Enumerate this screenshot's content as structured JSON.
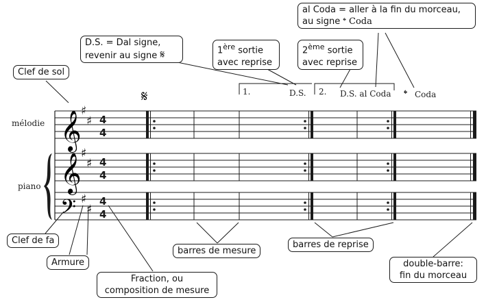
{
  "staff_labels": {
    "melodie": "mélodie",
    "piano": "piano"
  },
  "time_signature": {
    "top": "4",
    "bottom": "4"
  },
  "score_marks": {
    "segno": "𝄋",
    "volta1": "1.",
    "volta2": "2.",
    "ds": "D.S.",
    "ds_al_coda": "D.S. al Coda",
    "coda_symbol": "𝄌",
    "coda": "Coda"
  },
  "callouts": {
    "clef_sol": "Clef de sol",
    "ds_line1": "D.S. = Dal signe,",
    "ds_line2": "revenir au signe",
    "premiere_sup": "ère",
    "premiere_num": "1",
    "premiere_word": "sortie",
    "premiere_line2": "avec reprise",
    "deuxieme_num": "2",
    "deuxieme_sup": "ème",
    "deuxieme_word": "sortie",
    "deuxieme_line2": "avec reprise",
    "alcoda_line1": "al Coda = aller à la fin du morceau,",
    "alcoda_line2_a": "au signe",
    "alcoda_line2_b": "Coda",
    "clef_fa": "Clef de fa",
    "armure": "Armure",
    "fraction_line1": "Fraction, ou",
    "fraction_line2": "composition de mesure",
    "barres_mesure": "barres de mesure",
    "barres_reprise": "barres de reprise",
    "double_line1": "double-barre:",
    "double_line2": "fin du morceau"
  }
}
